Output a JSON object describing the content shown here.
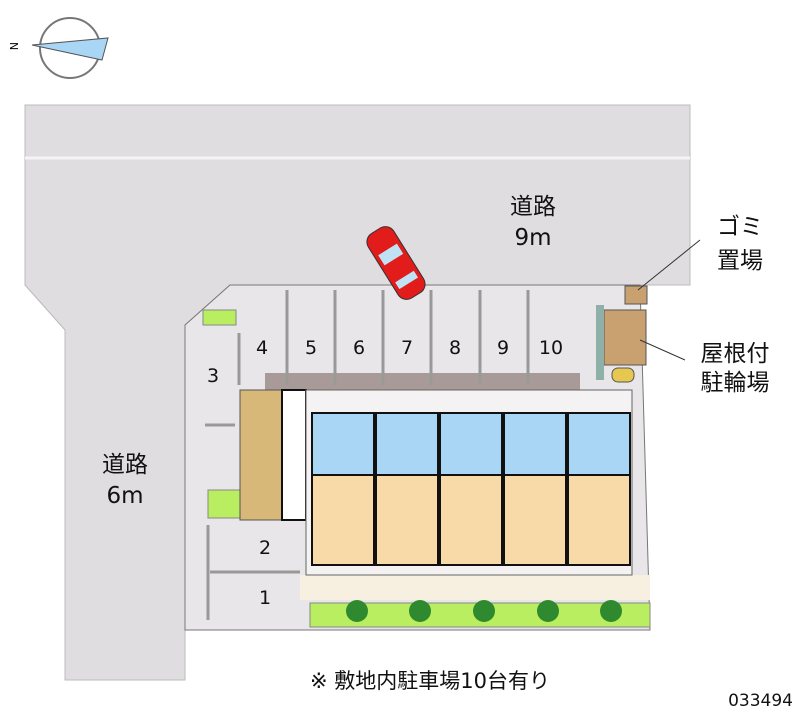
{
  "compass": {
    "label": "N"
  },
  "roads": {
    "north": {
      "name": "道路",
      "width": "9m"
    },
    "west": {
      "name": "道路",
      "width": "6m"
    }
  },
  "facilities": {
    "garbage": {
      "line1": "ゴミ",
      "line2": "置場"
    },
    "bicycle": {
      "line1": "屋根付",
      "line2": "駐輪場"
    }
  },
  "parking_spaces": [
    "1",
    "2",
    "3",
    "4",
    "5",
    "6",
    "7",
    "8",
    "9",
    "10"
  ],
  "caption": "※ 敷地内駐車場10台有り",
  "property_code": "033494",
  "colors": {
    "road": "#e0dde0",
    "building_wet": "#a9d6f5",
    "building_room": "#f8d9a8",
    "brick": "#d8b878",
    "hedge": "#b8ee60",
    "car": "#e21b1b"
  }
}
